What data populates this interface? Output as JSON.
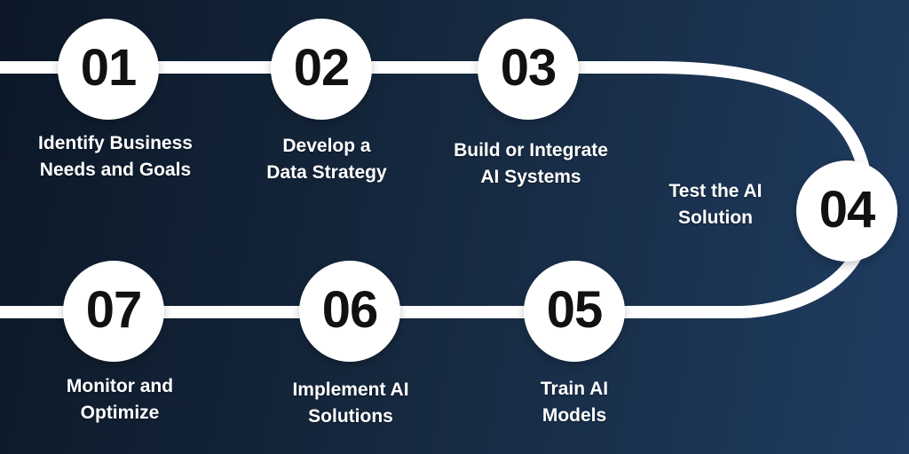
{
  "colors": {
    "bg-start": "#0c1828",
    "bg-mid": "#16293f",
    "bg-end": "#1f3c61",
    "line": "#ffffff",
    "circle-fill": "#ffffff",
    "number": "#111111",
    "label": "#ffffff"
  },
  "diagram": {
    "type": "process-flow",
    "step_count": 7
  },
  "steps": [
    {
      "number": "01",
      "label": "Identify Business\nNeeds and Goals"
    },
    {
      "number": "02",
      "label": "Develop a\nData Strategy"
    },
    {
      "number": "03",
      "label": "Build or Integrate\nAI Systems"
    },
    {
      "number": "04",
      "label": "Test the AI\nSolution"
    },
    {
      "number": "05",
      "label": "Train AI\nModels"
    },
    {
      "number": "06",
      "label": "Implement AI\nSolutions"
    },
    {
      "number": "07",
      "label": "Monitor and\nOptimize"
    }
  ]
}
